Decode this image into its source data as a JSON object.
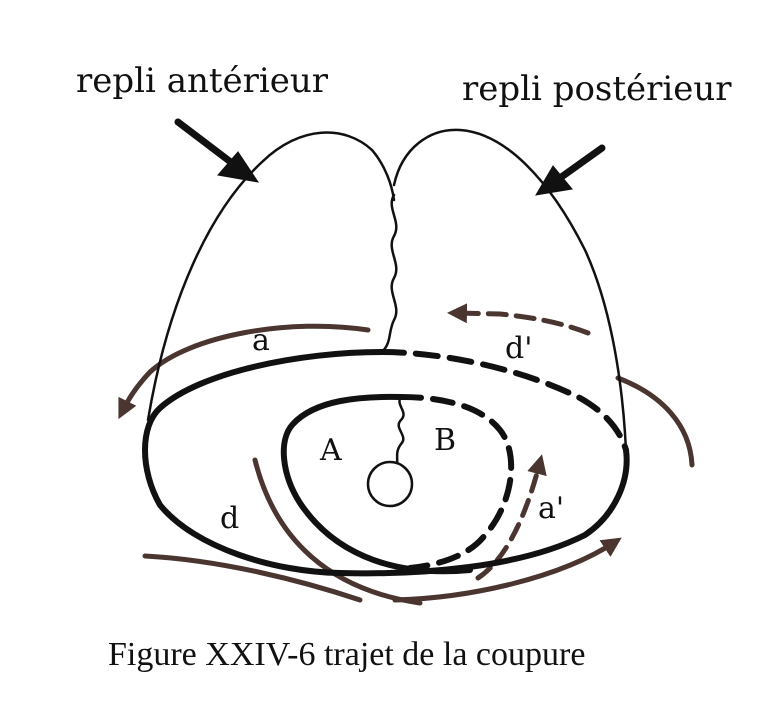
{
  "labels": {
    "fold_anterior": "repli antérieur",
    "fold_posterior": "repli postérieur",
    "a": "a",
    "a_prime": "a'",
    "d": "d",
    "d_prime": "d'",
    "A": "A",
    "B": "B"
  },
  "caption": "Figure XXIV-6 trajet de la coupure",
  "colors": {
    "ink": "#111111",
    "arrow_brown": "#4a3530",
    "background": "#ffffff"
  }
}
